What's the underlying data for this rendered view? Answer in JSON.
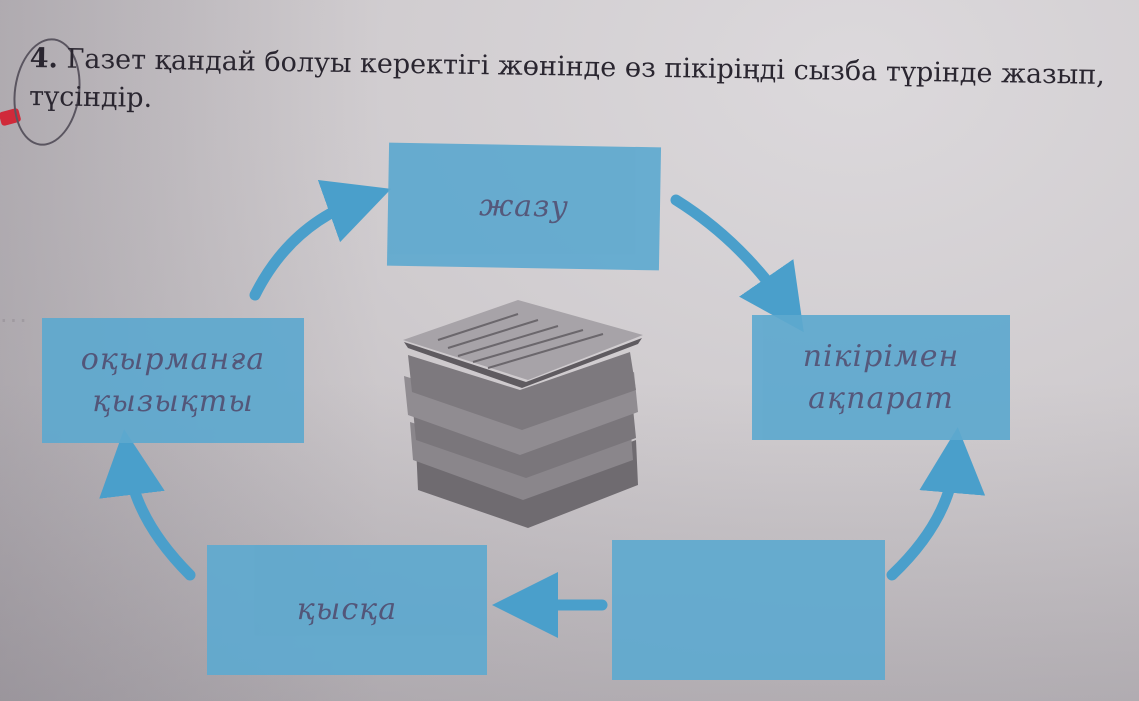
{
  "task": {
    "number": "4.",
    "text": "Газет қандай болуы керектігі жөнінде өз пікіріңді сызба түрінде жазып, түсіндір."
  },
  "diagram": {
    "center_icon": "newspaper-stack-icon",
    "boxes": [
      {
        "id": "top",
        "text": "жазу"
      },
      {
        "id": "right",
        "text": "пікірімен\nақпарат"
      },
      {
        "id": "bottom-right",
        "text": ""
      },
      {
        "id": "bottom-left",
        "text": "қысқа"
      },
      {
        "id": "left",
        "text": "оқырманға\nқызықты"
      }
    ],
    "box_color": "#5ea9cf",
    "arrow_color": "#4a9fcb"
  }
}
